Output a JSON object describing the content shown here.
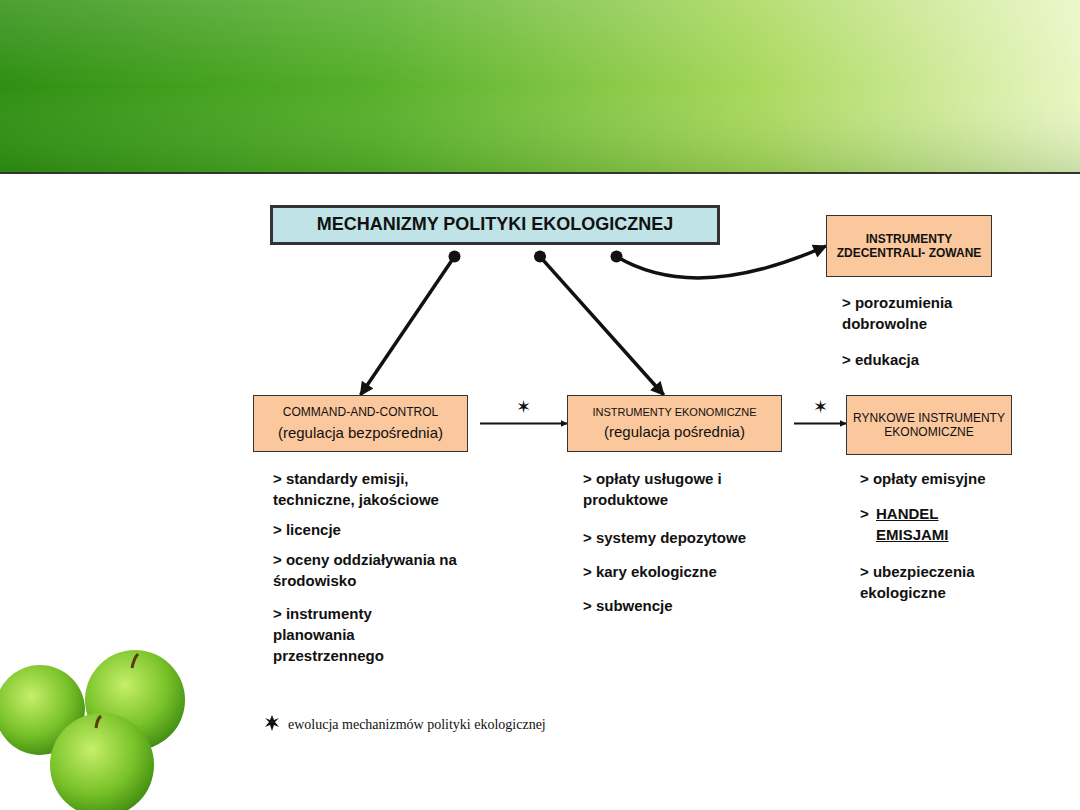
{
  "diagram": {
    "nodes": [
      {
        "text": [
          "MECHANIZMY POLITYKI EKOLOGICZNEJ"
        ]
      },
      {
        "text": [
          "INSTRUMENTY ZDECENTRALI- ZOWANE"
        ]
      },
      {
        "text": [
          "COMMAND-AND-CONTROL",
          "(regulacja bezpośrednia)"
        ]
      },
      {
        "text": [
          "INSTRUMENTY EKONOMICZNE",
          "(regulacja pośrednia)"
        ]
      },
      {
        "text": [
          "RYNKOWE INSTRUMENTY EKONOMICZNE"
        ]
      }
    ],
    "edges": [
      {
        "from": 0,
        "to": 2,
        "arrow": "to"
      },
      {
        "from": 0,
        "to": 3,
        "arrow": "to"
      },
      {
        "from": 0,
        "to": 1,
        "arrow": "to"
      },
      {
        "from": 2,
        "to": 3,
        "arrow": "to",
        "label": "✶"
      },
      {
        "from": 3,
        "to": 4,
        "arrow": "to",
        "label": "✶"
      }
    ],
    "labels": [
      "> porozumienia dobrowolne",
      "> edukacja",
      "> standardy emisji, techniczne, jakościowe",
      "> licencje",
      "> oceny oddziaływania na środowisko",
      "> instrumenty planowania przestrzennego",
      "> opłaty usługowe i produktowe",
      "> systemy depozytowe",
      "> kary ekologiczne",
      "> subwencje",
      "> opłaty emisyjne",
      ">",
      "HANDEL EMISJAMI",
      "> ubezpieczenia ekologiczne"
    ],
    "legend": [
      {
        "text": "ewolucja mechanizmów polityki ekologicznej"
      }
    ]
  }
}
